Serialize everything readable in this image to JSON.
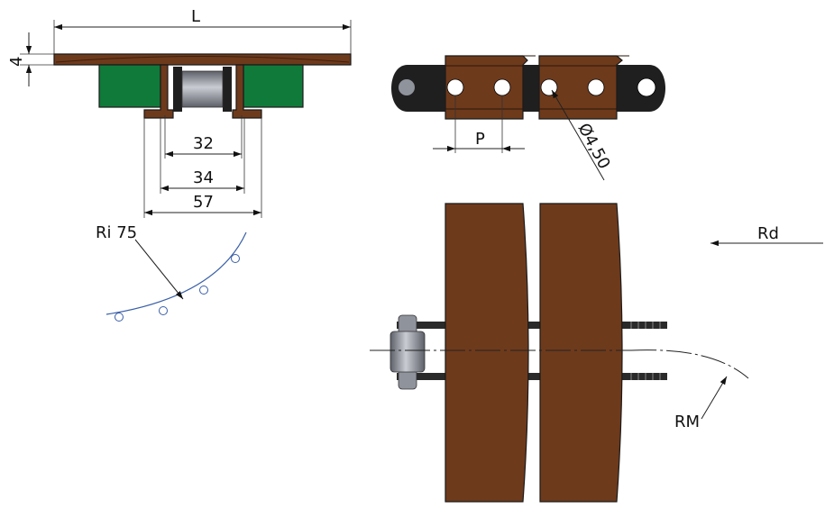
{
  "dimensions": {
    "length": "L",
    "thickness": "4",
    "inner_width": "32",
    "mid_width": "34",
    "outer_width": "57",
    "pitch": "P",
    "hole_diameter": "Ø4,50",
    "inner_radius": "Ri 75",
    "direction": "Rd",
    "radius_min": "RM"
  },
  "colors": {
    "plate": "#6e3a1c",
    "wear_strip": "#0f7a3a",
    "link": "#1f1f1f",
    "roller": "#8f939c",
    "guide_curve": "#3a5fa8"
  }
}
